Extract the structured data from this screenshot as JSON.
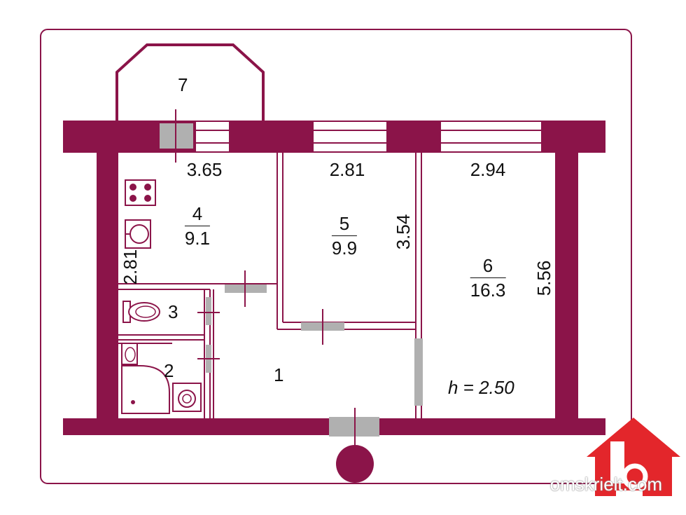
{
  "plan": {
    "rooms": [
      {
        "id": "1",
        "area": ""
      },
      {
        "id": "2",
        "area": ""
      },
      {
        "id": "3",
        "area": ""
      },
      {
        "id": "4",
        "area": "9.1"
      },
      {
        "id": "5",
        "area": "9.9"
      },
      {
        "id": "6",
        "area": "16.3"
      },
      {
        "id": "7",
        "area": ""
      }
    ],
    "dimensions": {
      "kitchen_width": "3.65",
      "room5_width": "2.81",
      "room6_width": "2.94",
      "kitchen_depth": "2.81",
      "room5_depth": "3.54",
      "room6_depth": "5.56"
    },
    "ceiling_height": "h = 2.50"
  },
  "colors": {
    "wall": "#8b1449",
    "window": "#ffffff",
    "door": "#b0b0b0",
    "logo": "#e3262b"
  },
  "watermark": "omskrielt.com",
  "icons": [
    "stove-icon",
    "sink-icon",
    "toilet-icon",
    "bathtub-icon",
    "washer-icon",
    "logo-house-icon"
  ]
}
